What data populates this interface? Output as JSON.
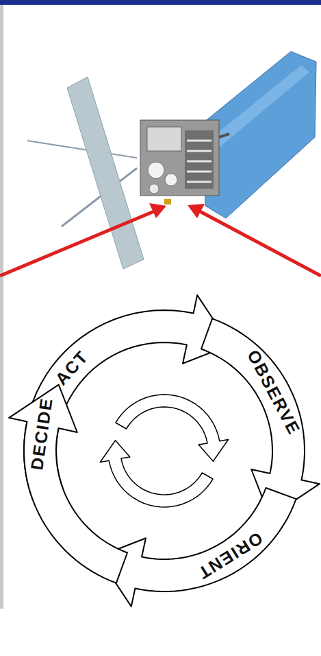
{
  "diagram": {
    "labels": [
      "ACT",
      "OBSERVE",
      "ORIENT",
      "DECIDE"
    ]
  }
}
